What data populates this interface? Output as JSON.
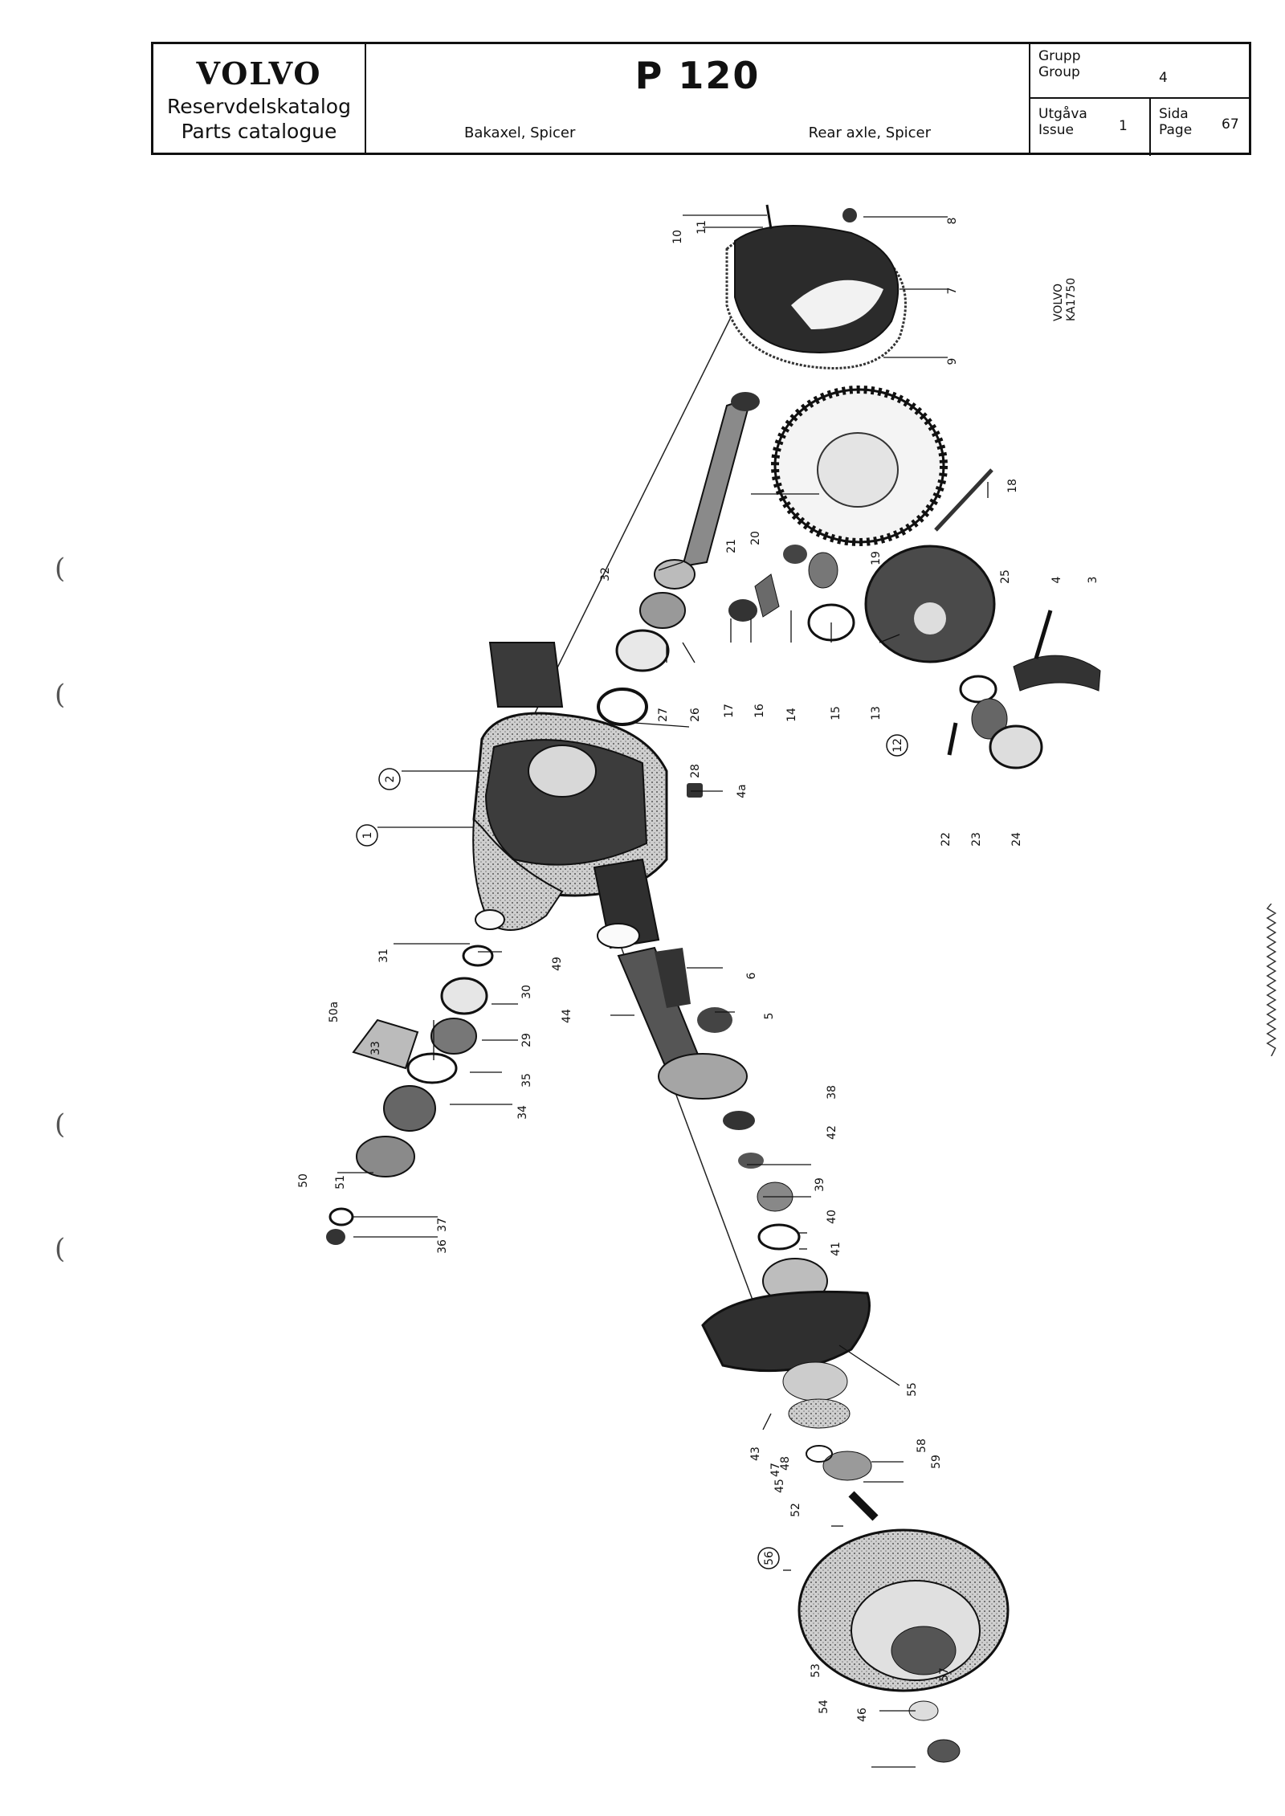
{
  "header": {
    "brand": "VOLVO",
    "catalog_sv": "Reservdelskatalog",
    "catalog_en": "Parts catalogue",
    "model": "P 120",
    "title_sv": "Bakaxel, Spicer",
    "title_en": "Rear axle, Spicer",
    "group_label_sv": "Grupp",
    "group_label_en": "Group",
    "group_value": "4",
    "issue_label_sv": "Utgåva",
    "issue_label_en": "Issue",
    "issue_value": "1",
    "page_label_sv": "Sida",
    "page_label_en": "Page",
    "page_value": "67"
  },
  "diagram": {
    "stamp": [
      "VOLVO",
      "KA1750"
    ],
    "callouts": [
      "10",
      "11",
      "8",
      "7",
      "9",
      "18",
      "21",
      "20",
      "19",
      "32",
      "25",
      "4",
      "3",
      "17",
      "16",
      "14",
      "15",
      "13",
      "27",
      "26",
      "28",
      "12",
      "22",
      "23",
      "24",
      "2",
      "4a",
      "1",
      "31",
      "30",
      "49",
      "6",
      "50a",
      "33",
      "29",
      "44",
      "5",
      "35",
      "34",
      "50",
      "51",
      "38",
      "42",
      "37",
      "36",
      "39",
      "40",
      "41",
      "55",
      "43",
      "47",
      "48",
      "45",
      "52",
      "58",
      "59",
      "56",
      "53",
      "57",
      "54",
      "46"
    ]
  }
}
